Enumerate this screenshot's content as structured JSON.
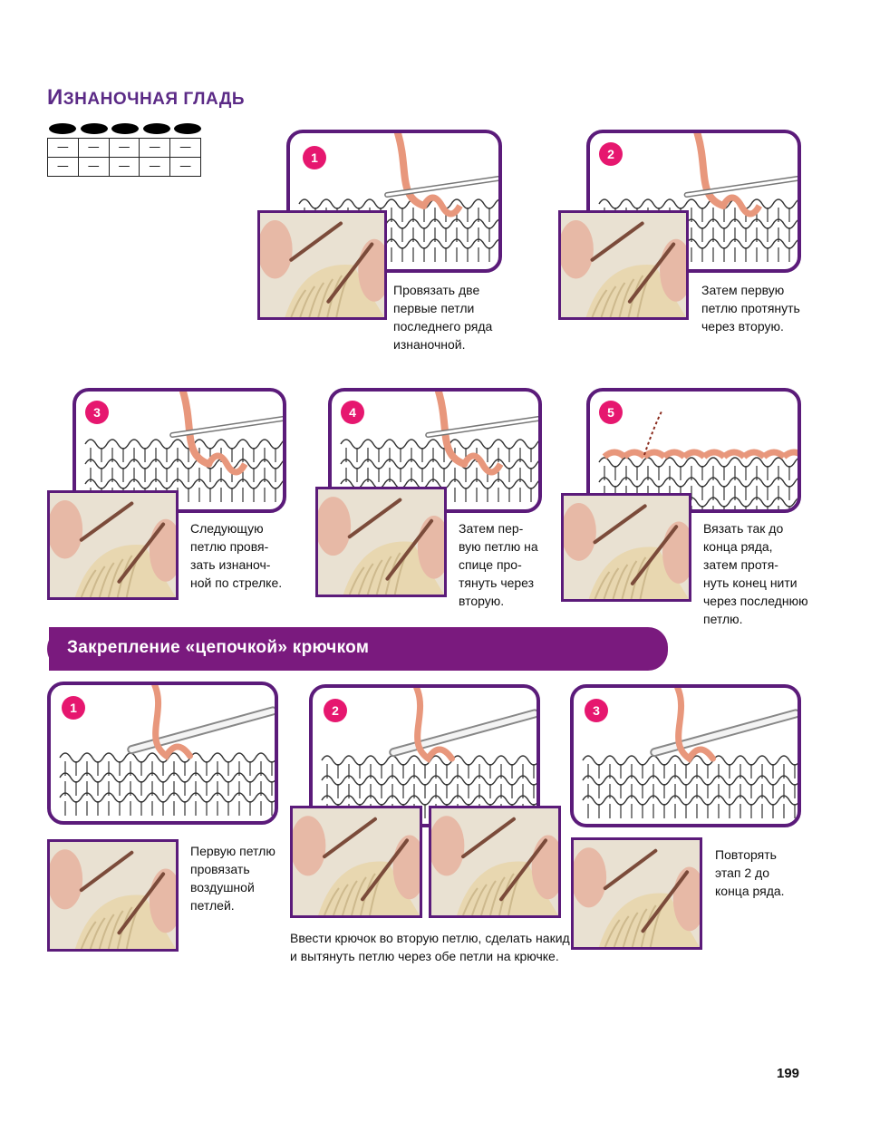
{
  "section_title": {
    "first": "И",
    "rest": "ЗНАНОЧНАЯ ГЛАДЬ"
  },
  "stitch_chart": {
    "symbol": "—",
    "rows": [
      [
        "—",
        "—",
        "—",
        "—",
        "—"
      ],
      [
        "—",
        "—",
        "—",
        "—",
        "—"
      ]
    ]
  },
  "purl_bindoff_steps": [
    {
      "number": "1",
      "caption": "Провязать две\nпервые петли\nпоследнего ряда\nизнаночной."
    },
    {
      "number": "2",
      "caption": "Затем первую\nпетлю протянуть\nчерез вторую."
    },
    {
      "number": "3",
      "caption": "Следующую\nпетлю провя-\nзать изнаноч-\nной по стрелке."
    },
    {
      "number": "4",
      "caption": "Затем пер-\nвую петлю на\nспице про-\nтянуть через\nвторую."
    },
    {
      "number": "5",
      "caption": "Вязать так до\nконца ряда,\nзатем протя-\nнуть конец нити\nчерез последнюю\nпетлю."
    }
  ],
  "banner_title": "Закрепление «цепочкой» крючком",
  "crochet_steps": [
    {
      "number": "1",
      "caption": "Первую петлю\nпровязать\nвоздушной\nпетлей."
    },
    {
      "number": "2",
      "caption": "Ввести крючок во вторую петлю, сделать накид\nи вытянуть петлю через обе петли на крючке."
    },
    {
      "number": "3",
      "caption": "Повторять\nэтап 2 до\nконца ряда."
    }
  ],
  "page_number": "199",
  "colors": {
    "purple": "#5b1b7a",
    "banner": "#7a1a7e",
    "badge": "#e6176f",
    "yarn": "#e8977c",
    "title": "#5b2a86"
  }
}
